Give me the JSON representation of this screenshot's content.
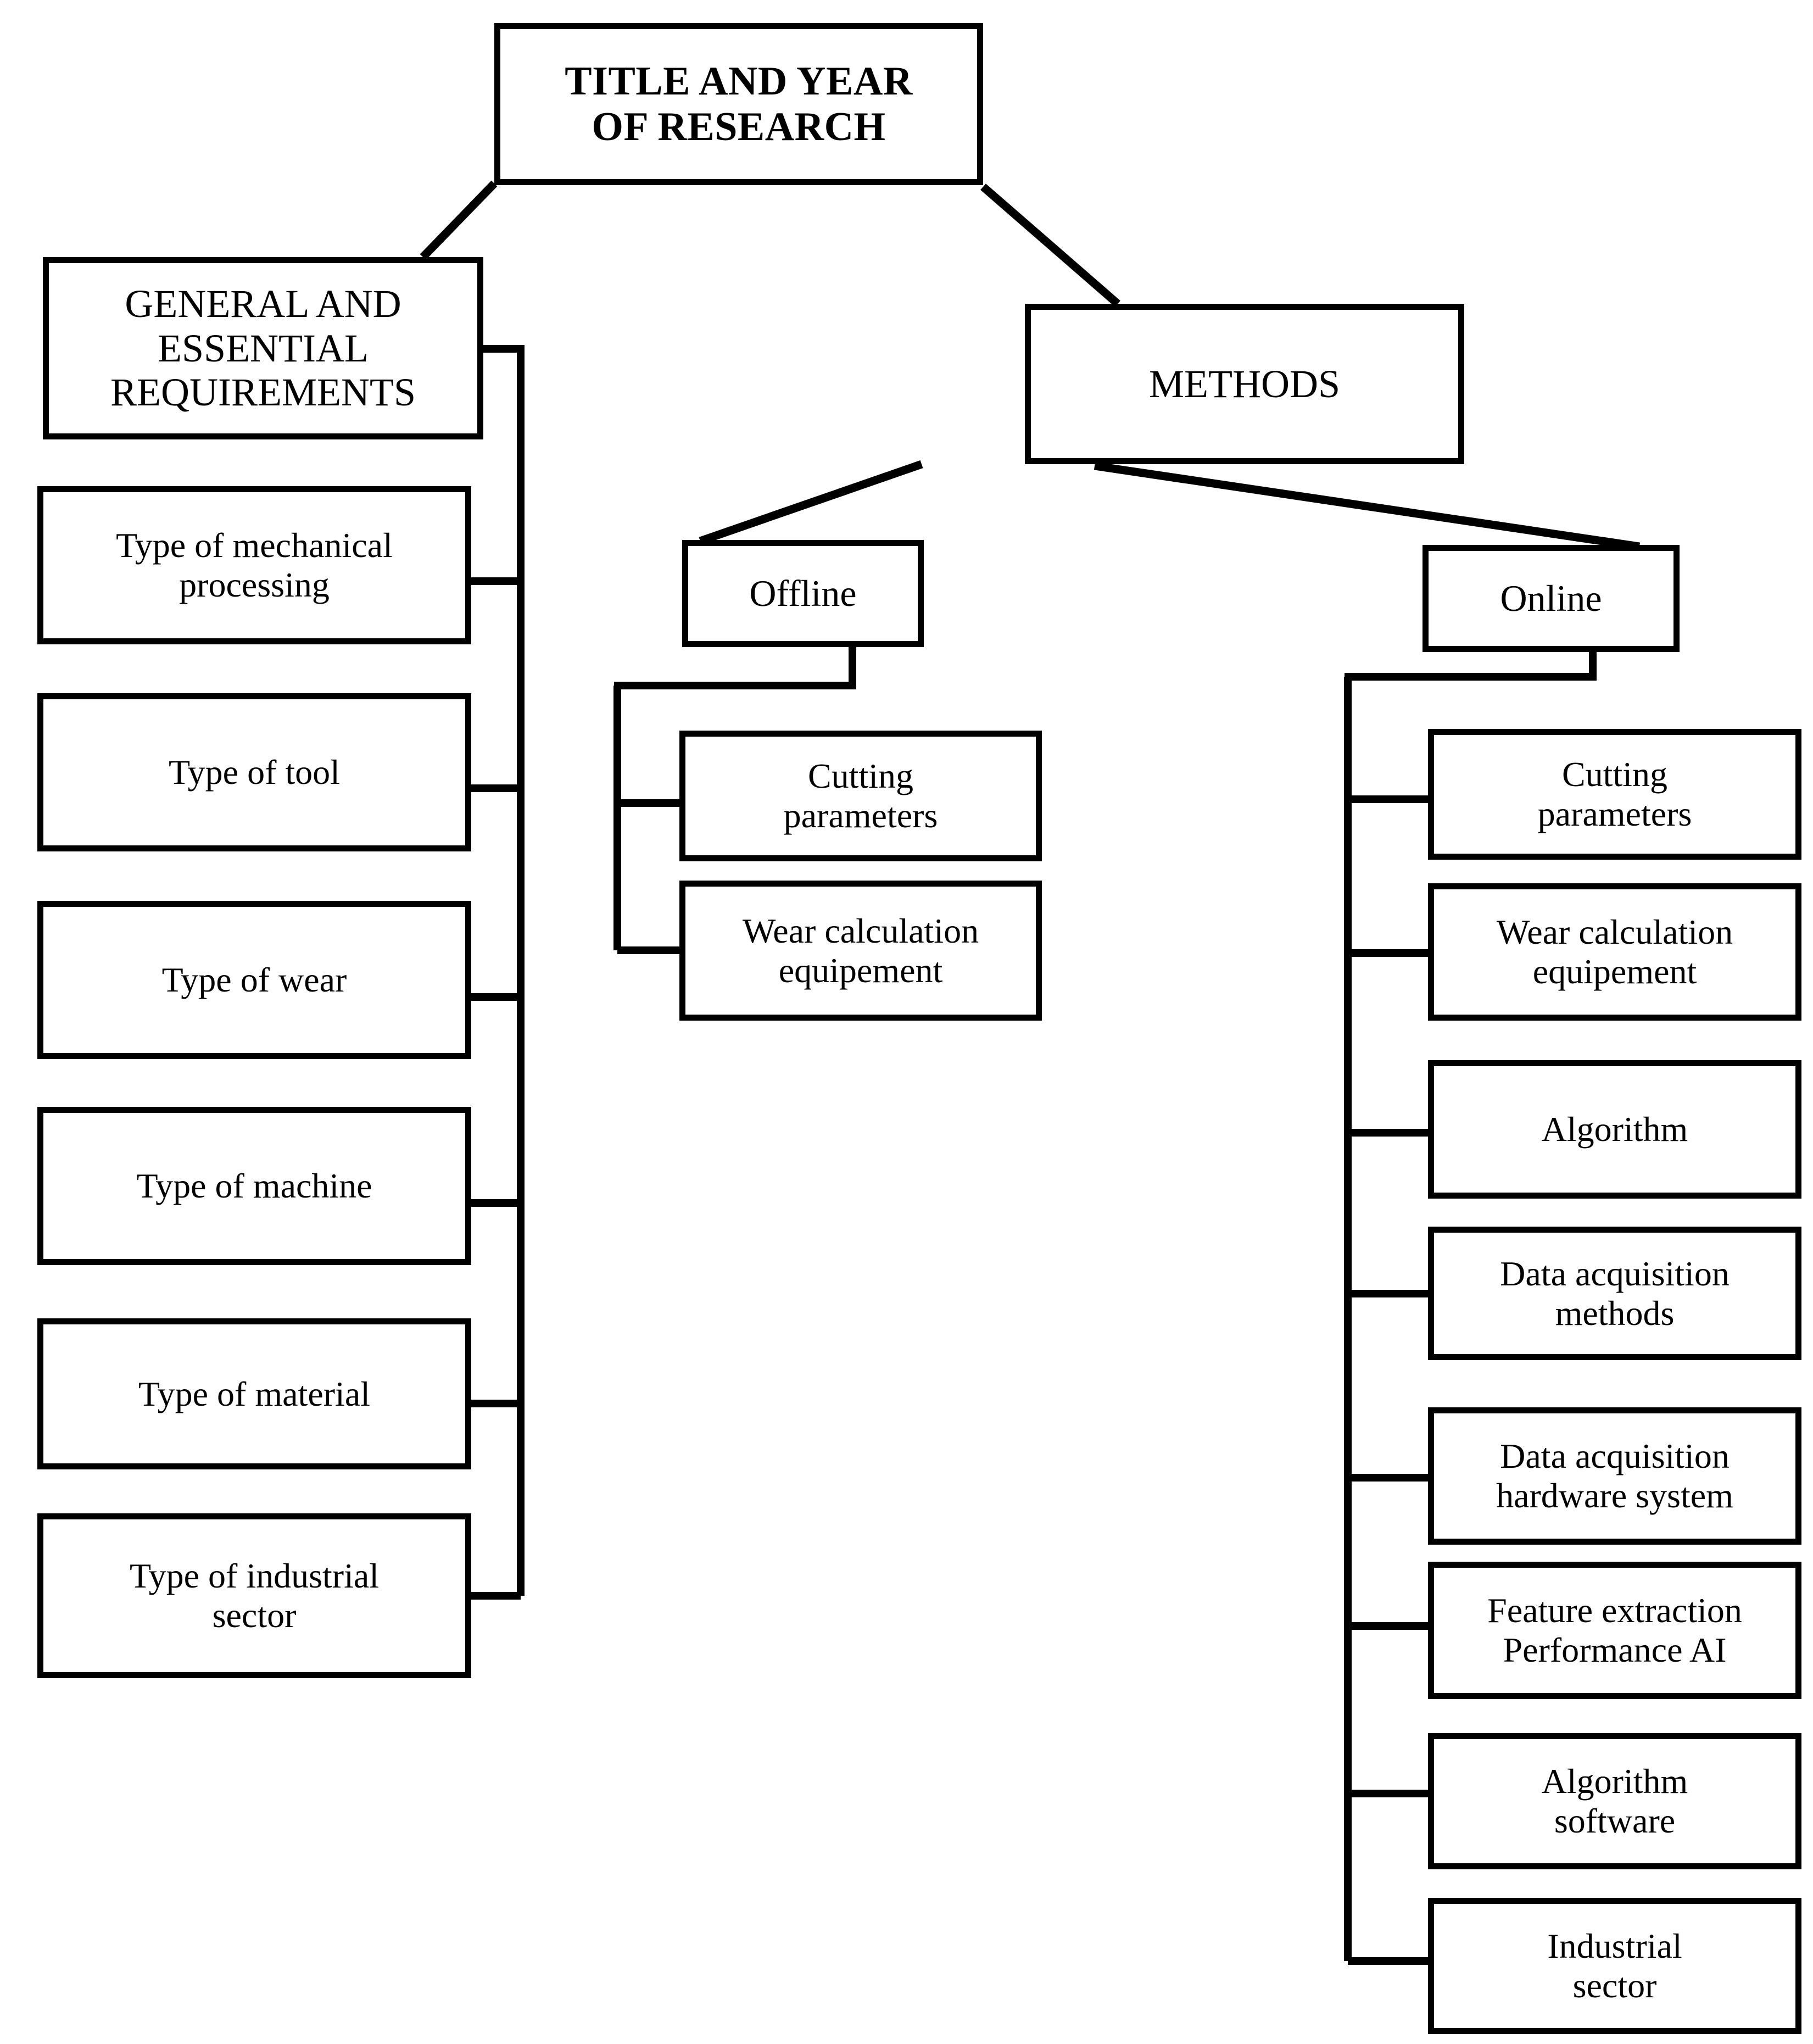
{
  "diagram": {
    "type": "tree-flowchart",
    "background_color": "#ffffff",
    "line_color": "#000000",
    "text_color": "#000000",
    "root": {
      "id": "root",
      "label": "TITLE AND YEAR\nOF RESEARCH"
    },
    "branches": [
      {
        "id": "general",
        "label": "GENERAL AND\nESSENTIAL\nREQUIREMENTS",
        "children": [
          {
            "id": "gen-1",
            "label": "Type of mechanical\nprocessing"
          },
          {
            "id": "gen-2",
            "label": "Type of tool"
          },
          {
            "id": "gen-3",
            "label": "Type of wear"
          },
          {
            "id": "gen-4",
            "label": "Type of machine"
          },
          {
            "id": "gen-5",
            "label": "Type of material"
          },
          {
            "id": "gen-6",
            "label": "Type of industrial\nsector"
          }
        ]
      },
      {
        "id": "methods",
        "label": "METHODS",
        "children": [
          {
            "id": "offline",
            "label": "Offline",
            "children": [
              {
                "id": "off-1",
                "label": "Cutting\nparameters"
              },
              {
                "id": "off-2",
                "label": "Wear calculation\nequipement"
              }
            ]
          },
          {
            "id": "online",
            "label": "Online",
            "children": [
              {
                "id": "on-1",
                "label": "Cutting\nparameters"
              },
              {
                "id": "on-2",
                "label": "Wear calculation\nequipement"
              },
              {
                "id": "on-3",
                "label": "Algorithm"
              },
              {
                "id": "on-4",
                "label": "Data acquisition\nmethods"
              },
              {
                "id": "on-5",
                "label": "Data acquisition\nhardware system"
              },
              {
                "id": "on-6",
                "label": "Feature extraction\nPerformance AI"
              },
              {
                "id": "on-7",
                "label": "Algorithm\nsoftware"
              },
              {
                "id": "on-8",
                "label": "Industrial\nsector"
              }
            ]
          }
        ]
      }
    ]
  }
}
